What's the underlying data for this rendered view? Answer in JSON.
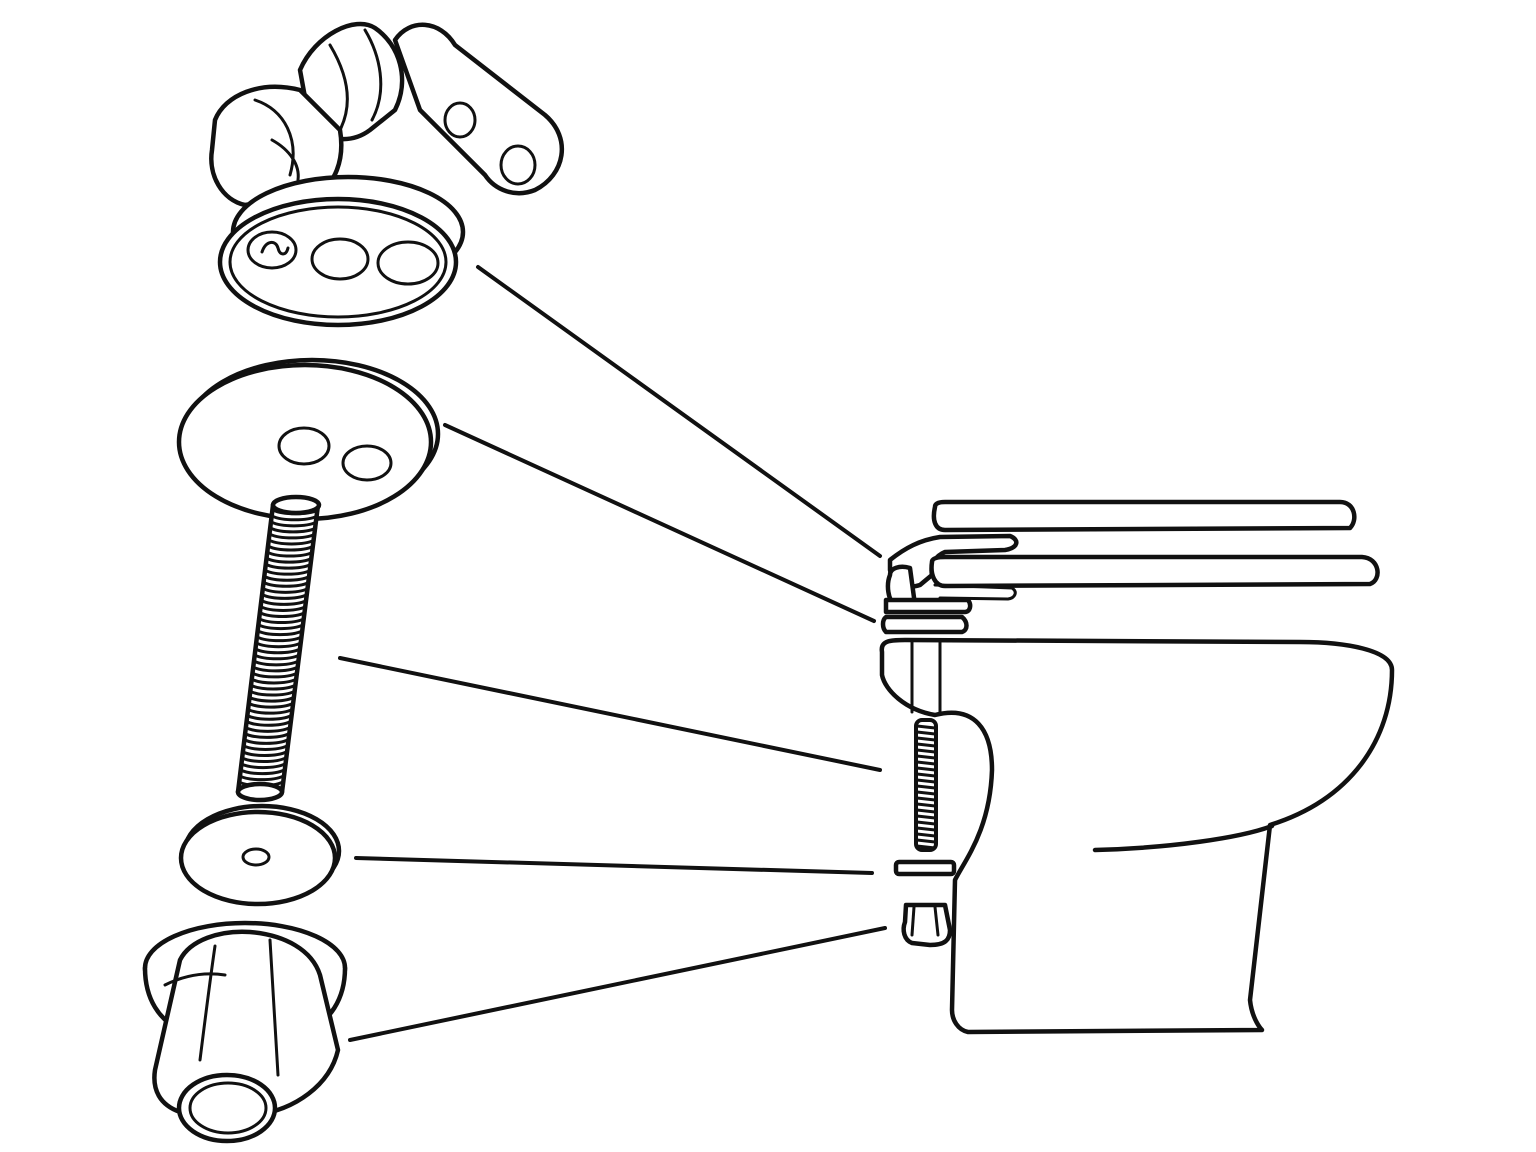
{
  "diagram": {
    "type": "exploded-assembly",
    "line_color": "#111111",
    "background": "#ffffff",
    "parts": [
      {
        "id": "hinge",
        "icon": "toilet-seat-hinge-icon"
      },
      {
        "id": "washer-plate",
        "icon": "washer-plate-icon"
      },
      {
        "id": "threaded-bolt",
        "icon": "threaded-bolt-icon"
      },
      {
        "id": "small-washer",
        "icon": "washer-icon"
      },
      {
        "id": "nut",
        "icon": "nut-icon"
      }
    ],
    "assembly": {
      "icon": "toilet-icon"
    }
  }
}
